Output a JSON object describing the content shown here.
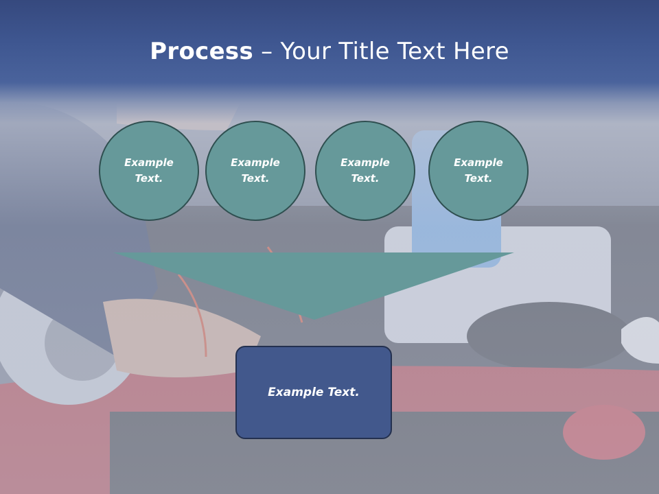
{
  "title": {
    "bold": "Process",
    "rest": " – Your Title Text Here"
  },
  "circles": [
    {
      "label": "Example Text."
    },
    {
      "label": "Example Text."
    },
    {
      "label": "Example Text."
    },
    {
      "label": "Example Text."
    }
  ],
  "bottom_box": {
    "label": "Example Text."
  },
  "colors": {
    "header": "#3e5690",
    "circle_fill": "#66999a",
    "circle_border": "#2f4f50",
    "funnel": "#66999a",
    "box_fill": "#42588c"
  }
}
